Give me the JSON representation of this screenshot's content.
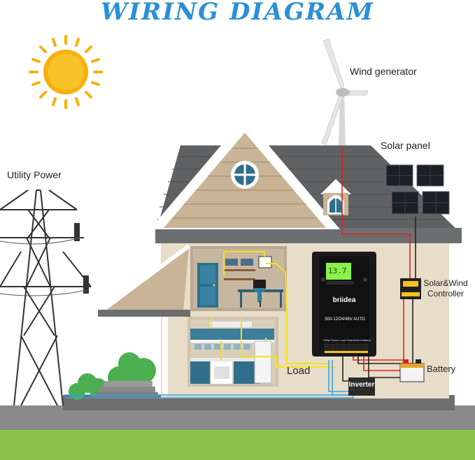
{
  "title": "WIRING DIAGRAM",
  "labels": {
    "wind_generator": "Wind generator",
    "solar_panel": "Solar panel",
    "utility_power": "Utility Power",
    "controller_line1": "Solar&Wind",
    "controller_line2": "Controller",
    "battery": "Battery",
    "load": "Load",
    "inverter": "Inverter"
  },
  "device": {
    "brand": "briidea",
    "spec": "50A  12/24/48V  AUTO",
    "lcd": "13.7",
    "ports": [
      "Utility Power",
      "Load",
      "Solar&Wind",
      "Battery"
    ]
  },
  "colors": {
    "title": "#2b8fd6",
    "positive_wire": "#e02020",
    "negative_wire": "#222222",
    "ac_wire": "#f5e11a",
    "utility_wire": "#3aa0e0",
    "grass": "#8bc34a",
    "roof": "#5f6163",
    "wall": "#e8ddc8",
    "sun": "#f6b10f"
  }
}
